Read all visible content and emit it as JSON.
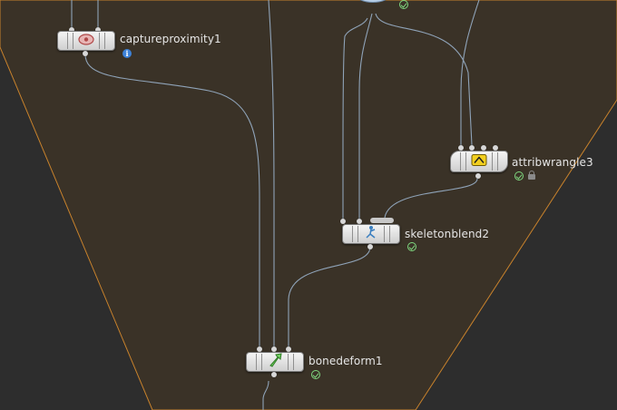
{
  "network": {
    "nodes": [
      {
        "id": "captureproximity",
        "label": "captureproximity1",
        "icon": "capture-proximity-icon",
        "flag": "info"
      },
      {
        "id": "attribwrangle",
        "label": "attribwrangle3",
        "icon": "attrib-wrangle-icon",
        "flag": "ok",
        "extra_flag": "lock"
      },
      {
        "id": "skeletonblend",
        "label": "skeletonblend2",
        "icon": "skeleton-blend-icon",
        "flag": "ok"
      },
      {
        "id": "bonedeform",
        "label": "bonedeform1",
        "icon": "bone-deform-icon",
        "flag": "ok"
      }
    ],
    "partial_node": {
      "icon": "shelf-node-icon",
      "flag": "ok"
    },
    "colors": {
      "background": "#2d2d2d",
      "network_box": "#3a3227",
      "network_box_border": "#c8822c",
      "wire": "#8fa3b8",
      "info_flag": "#3d82d8",
      "ok_flag": "#7fd87f"
    },
    "info_flag_text": "i"
  }
}
